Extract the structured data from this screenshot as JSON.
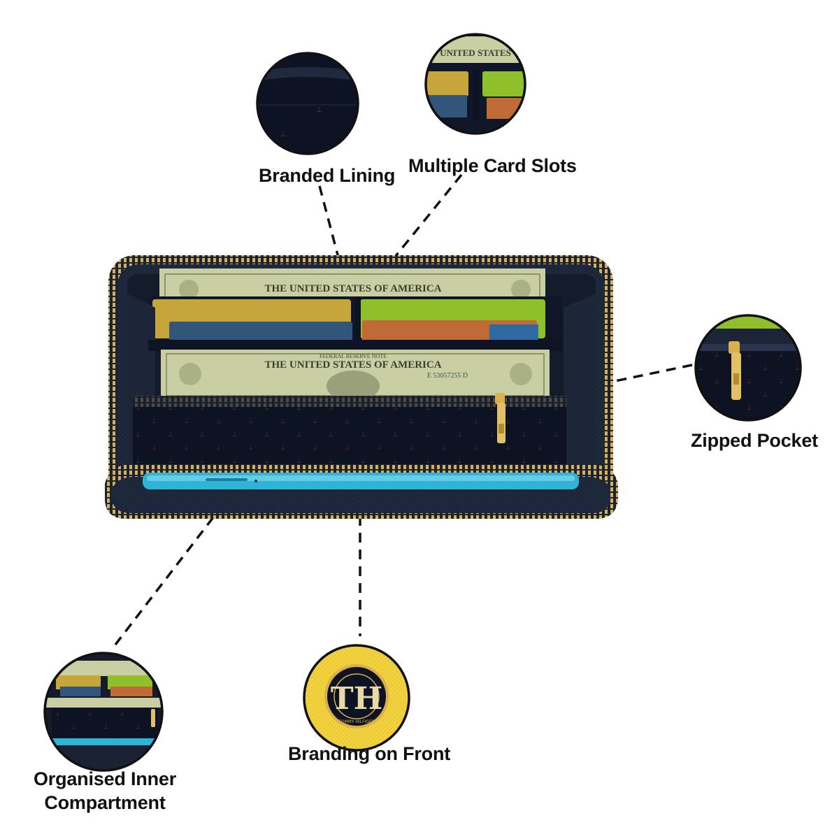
{
  "callouts": {
    "branded_lining": "Branded Lining",
    "card_slots": "Multiple Card Slots",
    "zipped_pocket": "Zipped Pocket",
    "branding_front": "Branding on Front",
    "organised_line1": "Organised Inner",
    "organised_line2": "Compartment"
  },
  "product_print": {
    "banknote_header": "THE UNITED STATES OF AMERICA",
    "banknote_top": "FEDERAL RESERVE NOTE",
    "serial": "E 53057255 D",
    "emblem_letters": "TH",
    "emblem_ring_text": "TOMMY HILFIGER"
  },
  "colors": {
    "wallet_navy": "#1a2233",
    "lining_navy": "#0d1322",
    "zipper_gold": "#c9a24a",
    "banknote_green": "#c9cfa2",
    "card_gold": "#c6a63a",
    "card_lime": "#8fbf2a",
    "card_orange": "#c06a36",
    "card_blue": "#33557a",
    "phone_cyan": "#2fb3d6",
    "emblem_yellow": "#f4d23c"
  },
  "icons": [
    "zip-puller-icon",
    "th-emblem-icon"
  ]
}
